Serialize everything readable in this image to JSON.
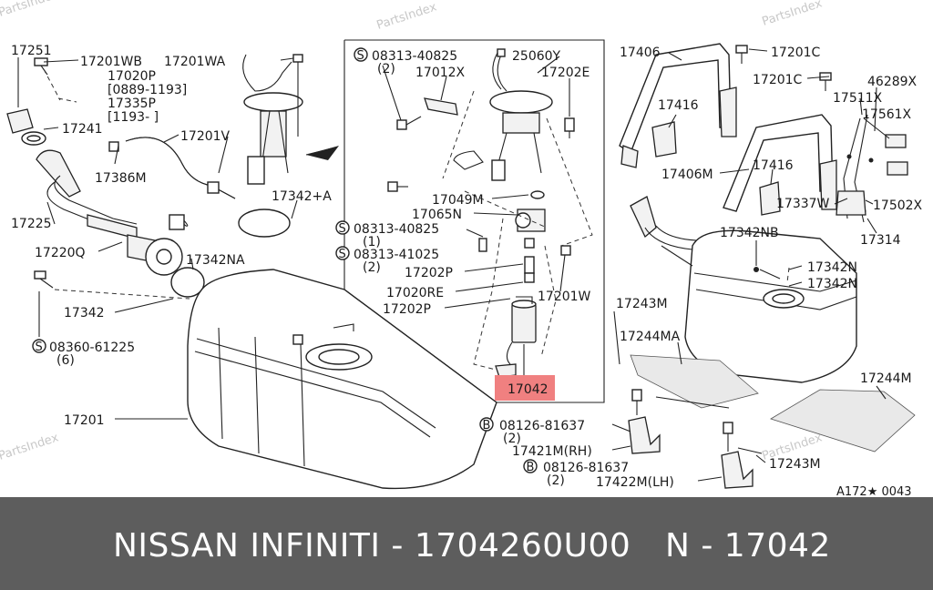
{
  "watermark": "PartsIndex",
  "diagram_code": "A172★ 0043",
  "footer": {
    "brand_part": "NISSAN INFINITI - 1704260U00",
    "ref": "N - 17042"
  },
  "labels": {
    "l17251": "17251",
    "l17201WB": "17201WB",
    "l17201WA": "17201WA",
    "l17020P": "17020P",
    "l0889": "[0889-1193]",
    "l17335P": "17335P",
    "l1193": "[1193-     ]",
    "l17241": "17241",
    "l17201V": "17201V",
    "l17386M": "17386M",
    "l17342A": "17342+A",
    "l17225": "17225",
    "l17220Q": "17220Q",
    "l17342NA": "17342NA",
    "l17342": "17342",
    "l08360": "08360-61225",
    "l08360q": "(6)",
    "l17201": "17201",
    "l08313a": "08313-40825",
    "l08313aq": "(2)",
    "l25060Y": "25060Y",
    "l17012X": "17012X",
    "l17202E": "17202E",
    "l17049M": "17049M",
    "l17065N": "17065N",
    "l08313b": "08313-40825",
    "l08313bq": "(1)",
    "l08313c": "08313-41025",
    "l08313cq": "(2)",
    "l17202P1": "17202P",
    "l17020RE": "17020RE",
    "l17201W": "17201W",
    "l17202P2": "17202P",
    "l17042": "17042",
    "l17406": "17406",
    "l17201C1": "17201C",
    "l17201C2": "17201C",
    "l46289X": "46289X",
    "l17511X": "17511X",
    "l17416a": "17416",
    "l17561X": "17561X",
    "l17406M": "17406M",
    "l17416b": "17416",
    "l17337W": "17337W",
    "l17502X": "17502X",
    "l17342NB": "17342NB",
    "l17314": "17314",
    "l17342N1": "17342N",
    "l17342N2": "17342N",
    "l17243M1": "17243M",
    "l17244MA": "17244MA",
    "l17244M": "17244M",
    "l08126a": "08126-81637",
    "l08126aq": "(2)",
    "l17421M": "17421M(RH)",
    "l17243M2": "17243M",
    "l08126b": "08126-81637",
    "l08126bq": "(2)",
    "l17422M": "17422M(LH)",
    "sym_s": "S",
    "sym_b": "B"
  },
  "colors": {
    "highlight": "#f08080",
    "footer_bg": "#5d5d5d",
    "line": "#222222"
  }
}
